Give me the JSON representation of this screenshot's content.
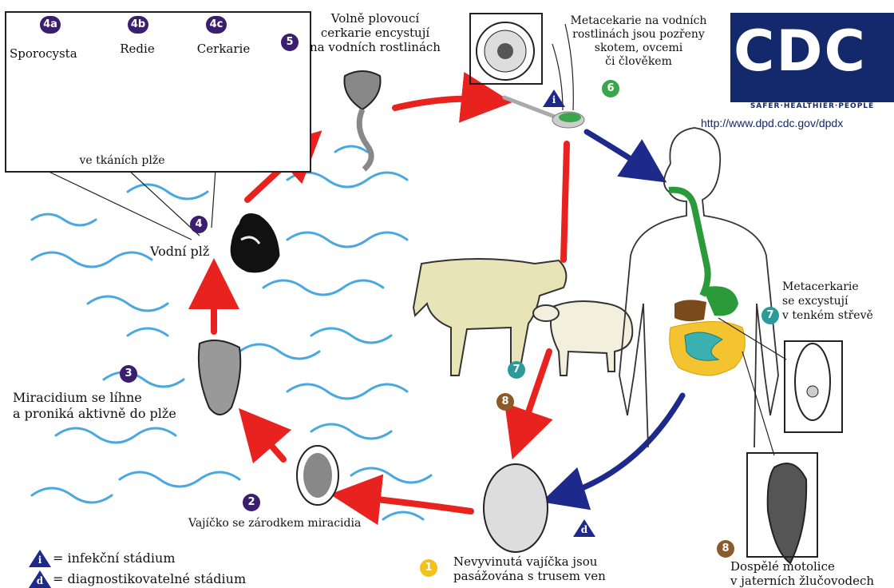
{
  "colors": {
    "arrow_red": "#e8231f",
    "arrow_blue": "#1d2a8c",
    "water": "#4aa8e0",
    "badge_purple": "#3b1e6e",
    "badge_green": "#3aa54a",
    "badge_brown": "#8a5a2b",
    "badge_teal": "#2a9a9a",
    "badge_yellow": "#f2c21a",
    "cdc_blue": "#13296b"
  },
  "inset": {
    "stages": [
      {
        "badge": "4a",
        "label": "Sporocysta"
      },
      {
        "badge": "4b",
        "label": "Redie"
      },
      {
        "badge": "4c",
        "label": "Cerkarie"
      }
    ],
    "caption": "ve tkáních plže"
  },
  "stages": {
    "s5": {
      "badge": "5",
      "text": "Volně plovoucí\ncerkarie encystují\nna vodních rostlinách"
    },
    "s6": {
      "badge": "6",
      "text": "Metacekarie na vodních\nrostlinách jsou pozřeny\nskotem, ovcemi\nči člověkem"
    },
    "s4": {
      "badge": "4",
      "text": "Vodní plž"
    },
    "s3": {
      "badge": "3",
      "text": "Miracidium se líhne\na proniká aktivně do plže"
    },
    "s2": {
      "badge": "2",
      "text": "Vajíčko se zárodkem miracidia"
    },
    "s1": {
      "badge": "1",
      "text": "Nevyvinutá vajíčka jsou\npasážována s trusem ven"
    },
    "s7_right": {
      "badge": "7",
      "text": "Metacerkarie\nse excystují\nv tenkém střevě"
    },
    "s8_right": {
      "badge": "8",
      "text": "Dospělé motolice\nv jaterních žlučovodech"
    },
    "s7_left": {
      "badge": "7"
    },
    "s8_left": {
      "badge": "8"
    }
  },
  "markers": {
    "infective": "i",
    "diagnostic": "d"
  },
  "legend": {
    "infective": "= infekční stádium",
    "diagnostic": "= diagnostikovatelné stádium"
  },
  "logo": {
    "letters": "CDC",
    "tagline": "SAFER·HEALTHIER·PEOPLE",
    "url": "http://www.dpd.cdc.gov/dpdx"
  }
}
